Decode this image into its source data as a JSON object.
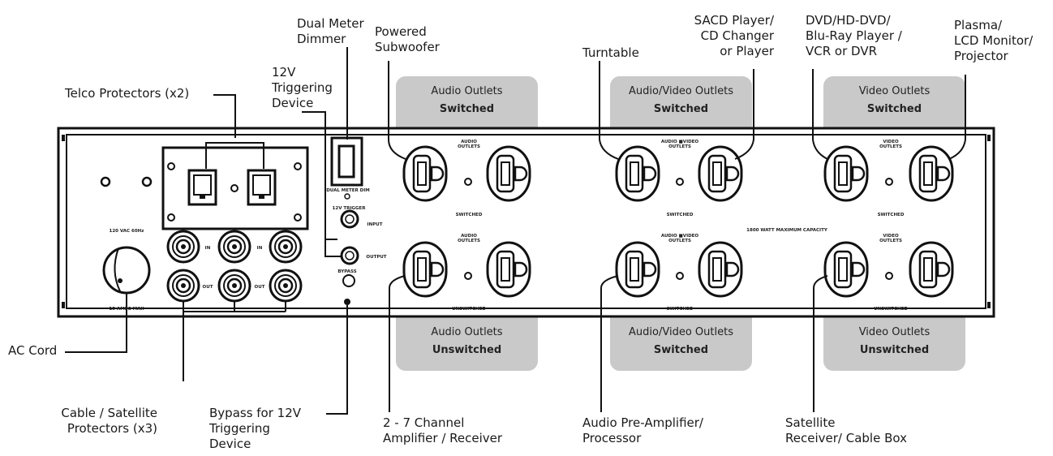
{
  "tabs": [
    {
      "line1": "Audio Outlets",
      "line2": "Switched"
    },
    {
      "line1": "Audio/Video Outlets",
      "line2": "Switched"
    },
    {
      "line1": "Video Outlets",
      "line2": "Switched"
    },
    {
      "line1": "Audio Outlets",
      "line2": "Unswitched"
    },
    {
      "line1": "Audio/Video Outlets",
      "line2": "Switched"
    },
    {
      "line1": "Video Outlets",
      "line2": "Unswitched"
    }
  ],
  "callouts": {
    "telco": "Telco Protectors (x2)",
    "trigger12v": [
      "12V",
      "Triggering",
      "Device"
    ],
    "dimmer": [
      "Dual Meter",
      "Dimmer"
    ],
    "subwoofer": [
      "Powered",
      "Subwoofer"
    ],
    "turntable": "Turntable",
    "sacd": [
      "SACD Player/",
      "CD Changer",
      "or Player"
    ],
    "dvd": [
      "DVD/HD-DVD/",
      "Blu-Ray Player /",
      "VCR or DVR"
    ],
    "plasma": [
      "Plasma/",
      "LCD Monitor/",
      "Projector"
    ],
    "ac_cord": "AC Cord",
    "cable_sat": [
      "Cable / Satellite",
      "Protectors (x3)"
    ],
    "bypass": [
      "Bypass for 12V",
      "Triggering",
      "Device"
    ],
    "amplifier": [
      "2 - 7 Channel",
      "Amplifier / Receiver"
    ],
    "preamp": [
      "Audio Pre-Amplifier/",
      "Processor"
    ],
    "satellite": [
      "Satellite",
      "Receiver/ Cable Box"
    ]
  },
  "panel_text": {
    "vac": "120 VAC 60Hz",
    "amps": "15 AMPS MAX",
    "dual_meter_dim": "DUAL METER DIM",
    "trigger": "12V TRIGGER",
    "input": "INPUT",
    "output": "OUTPUT",
    "bypass": "BYPASS",
    "in1": "IN",
    "in2": "IN",
    "out1": "OUT",
    "out2": "OUT",
    "capacity": "1800 WATT MAXIMUM CAPACITY",
    "audio_outlets": [
      "AUDIO",
      "OUTLETS"
    ],
    "av_outlets": [
      "AUDIO ■VIDEO",
      "OUTLETS"
    ],
    "video_outlets": [
      "VIDEO",
      "OUTLETS"
    ],
    "switched": "SWITCHED",
    "unswitched": "UNSWITCHED"
  }
}
